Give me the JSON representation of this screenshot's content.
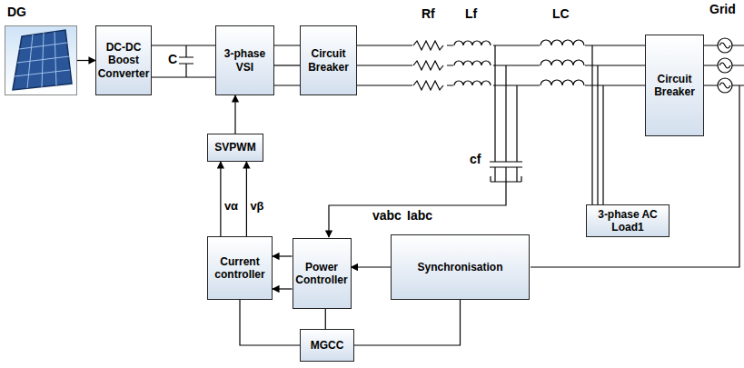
{
  "diagram": {
    "nodes": [
      {
        "text": [
          "DG"
        ]
      },
      {
        "text": [
          "DC-DC Boost Converter"
        ]
      },
      {
        "text": [
          "3-phase VSI"
        ]
      },
      {
        "text": [
          "Circuit Breaker"
        ]
      },
      {
        "text": [
          "Circuit Breaker"
        ]
      },
      {
        "text": [
          "SVPWM"
        ]
      },
      {
        "text": [
          "3-phase AC Load1"
        ]
      },
      {
        "text": [
          "Current controller"
        ]
      },
      {
        "text": [
          "Power Controller"
        ]
      },
      {
        "text": [
          "Synchronisation"
        ]
      },
      {
        "text": [
          "MGCC"
        ]
      }
    ],
    "edges": [
      {
        "from": 0,
        "to": 1,
        "arrow": "to"
      },
      {
        "from": 1,
        "to": 2,
        "arrow": "none"
      },
      {
        "from": 2,
        "to": 3,
        "arrow": "none"
      },
      {
        "from": 3,
        "to": 4,
        "arrow": "none"
      },
      {
        "from": 5,
        "to": 2,
        "arrow": "to"
      },
      {
        "from": 7,
        "to": 5,
        "label": "vα",
        "arrow": "to"
      },
      {
        "from": 7,
        "to": 5,
        "label": "vβ",
        "arrow": "to"
      },
      {
        "from": 8,
        "to": 7,
        "arrow": "to"
      },
      {
        "from": 8,
        "to": 7,
        "arrow": "to"
      },
      {
        "from": 9,
        "to": 8,
        "arrow": "to"
      },
      {
        "from": 7,
        "to": 10,
        "arrow": "none"
      },
      {
        "from": 8,
        "to": 10,
        "arrow": "none"
      },
      {
        "from": 9,
        "to": 10,
        "arrow": "none"
      }
    ],
    "labels": [
      "C",
      "Rf",
      "Lf",
      "LC",
      "Grid",
      "cf",
      "vabc",
      "Iabc"
    ]
  }
}
